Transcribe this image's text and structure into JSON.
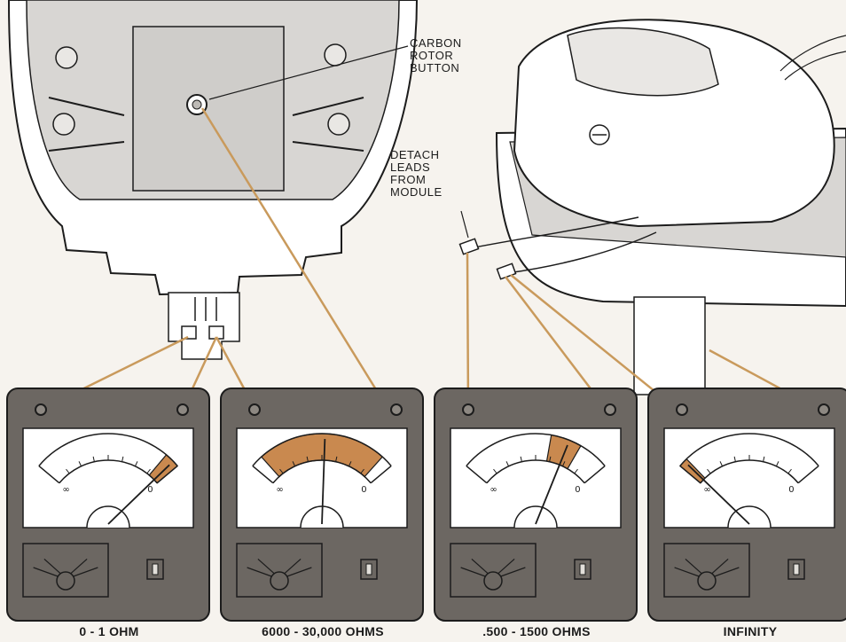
{
  "callouts": {
    "carbon_rotor_button": "CARBON\nROTOR\nBUTTON",
    "detach_leads": "DETACH\nLEADS\nFROM\nMODULE"
  },
  "meters": [
    {
      "caption": "0 - 1 OHM",
      "scale_left_label": "∞",
      "scale_right_label": "0",
      "needle_reading": 0.96,
      "band": [
        0.9,
        1.0
      ]
    },
    {
      "caption": "6000 - 30,000 OHMS",
      "scale_left_label": "∞",
      "scale_right_label": "0",
      "needle_reading": 0.52,
      "band": [
        0.08,
        0.92
      ]
    },
    {
      "caption": ".500 - 1500 OHMS",
      "scale_left_label": "∞",
      "scale_right_label": "0",
      "needle_reading": 0.72,
      "band": [
        0.6,
        0.8
      ]
    },
    {
      "caption": "INFINITY",
      "scale_left_label": "∞",
      "scale_right_label": "0",
      "needle_reading": 0.04,
      "band": [
        0.0,
        0.06
      ]
    }
  ],
  "colors": {
    "lead_wire": "#c99a5c",
    "meter_body": "#6c6762",
    "meter_band": "#c9894f",
    "ink": "#1c1c1c",
    "housing_fill": "#ffffff",
    "housing_shade": "#d8d6d3"
  }
}
